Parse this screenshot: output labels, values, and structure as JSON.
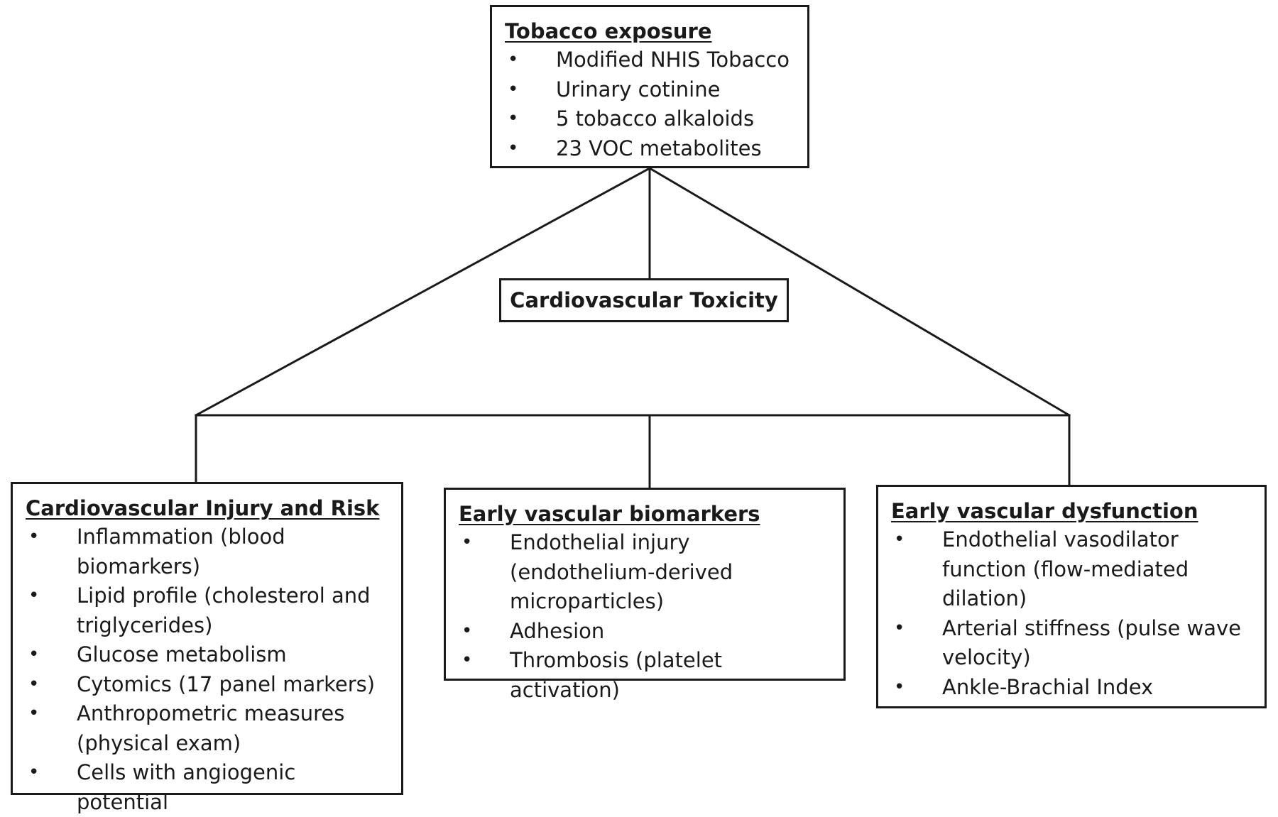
{
  "top_box": {
    "title": "Tobacco exposure",
    "items": [
      "Modified NHIS Tobacco",
      "Urinary cotinine",
      "5 tobacco alkaloids",
      "23 VOC metabolites"
    ]
  },
  "center_box": {
    "label": "Cardiovascular Toxicity"
  },
  "left_box": {
    "title": "Cardiovascular Injury and Risk",
    "items": [
      "Inflammation (blood biomarkers)",
      "Lipid profile (cholesterol and triglycerides)",
      "Glucose metabolism",
      "Cytomics (17 panel markers)",
      "Anthropometric measures (physical exam)",
      "Cells with angiogenic potential"
    ]
  },
  "middle_box": {
    "title": "Early vascular biomarkers",
    "items": [
      "Endothelial injury (endothelium-derived microparticles)",
      "Adhesion",
      "Thrombosis (platelet activation)"
    ]
  },
  "right_box": {
    "title": "Early vascular dysfunction",
    "items": [
      "Endothelial vasodilator function (flow-mediated dilation)",
      "Arterial stiffness (pulse wave velocity)",
      "Ankle-Brachial Index"
    ]
  }
}
